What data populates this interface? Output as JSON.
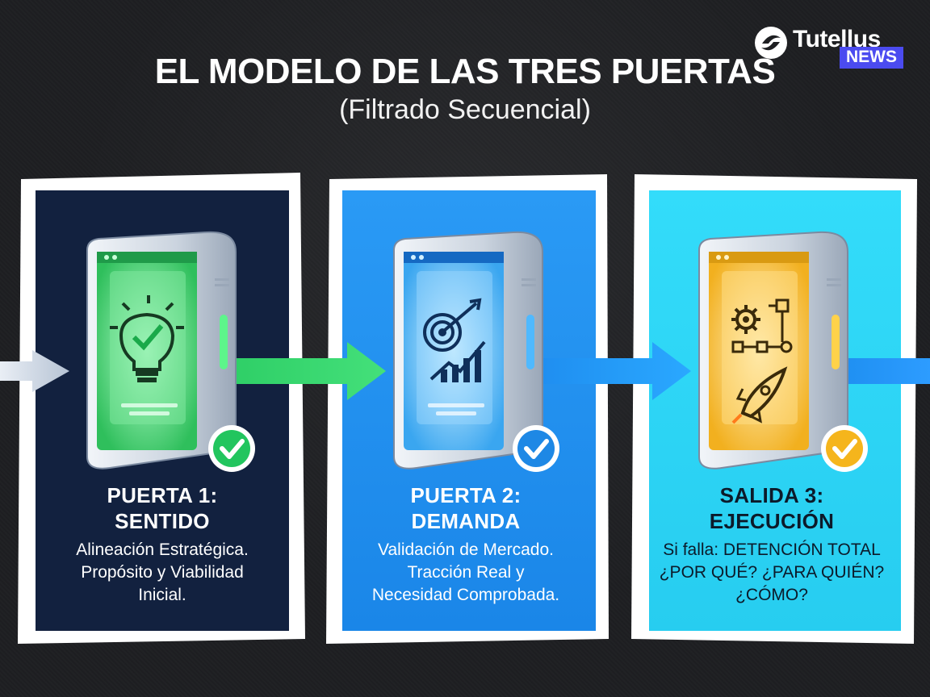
{
  "brand": {
    "name": "Tutellus",
    "badge": "NEWS"
  },
  "header": {
    "title": "EL MODELO DE LAS TRES PUERTAS",
    "subtitle": "(Filtrado Secuencial)"
  },
  "cards": [
    {
      "heading_line1": "PUERTA 1:",
      "heading_line2": "SENTIDO",
      "desc_lines": [
        "Alineación Estratégica.",
        "Propósito y Viabilidad",
        "Inicial."
      ],
      "icon": "lightbulb-check-icon",
      "panel_color": "#12213f",
      "door_color": "#3fd66b",
      "text_color": "#ffffff"
    },
    {
      "heading_line1": "PUERTA 2:",
      "heading_line2": "DEMANDA",
      "desc_lines": [
        "Validación de Mercado.",
        "Tracción Real y",
        "Necesidad Comprobada."
      ],
      "icon": "target-growth-icon",
      "panel_color": "#1f8ef0",
      "door_color": "#5cc4ff",
      "text_color": "#ffffff"
    },
    {
      "heading_line1": "SALIDA 3:",
      "heading_line2": "EJECUCIÓN",
      "desc_lines": [
        "Si falla: DETENCIÓN TOTAL",
        "¿POR QUÉ? ¿PARA QUIÉN?",
        "¿CÓMO?"
      ],
      "icon": "gear-flow-rocket-icon",
      "panel_color": "#2ad4f5",
      "door_color": "#ffc83a",
      "text_color": "#0c1a2a"
    }
  ],
  "check_icon": "check-badge-icon",
  "arrow_icon": "arrow-right-icon"
}
